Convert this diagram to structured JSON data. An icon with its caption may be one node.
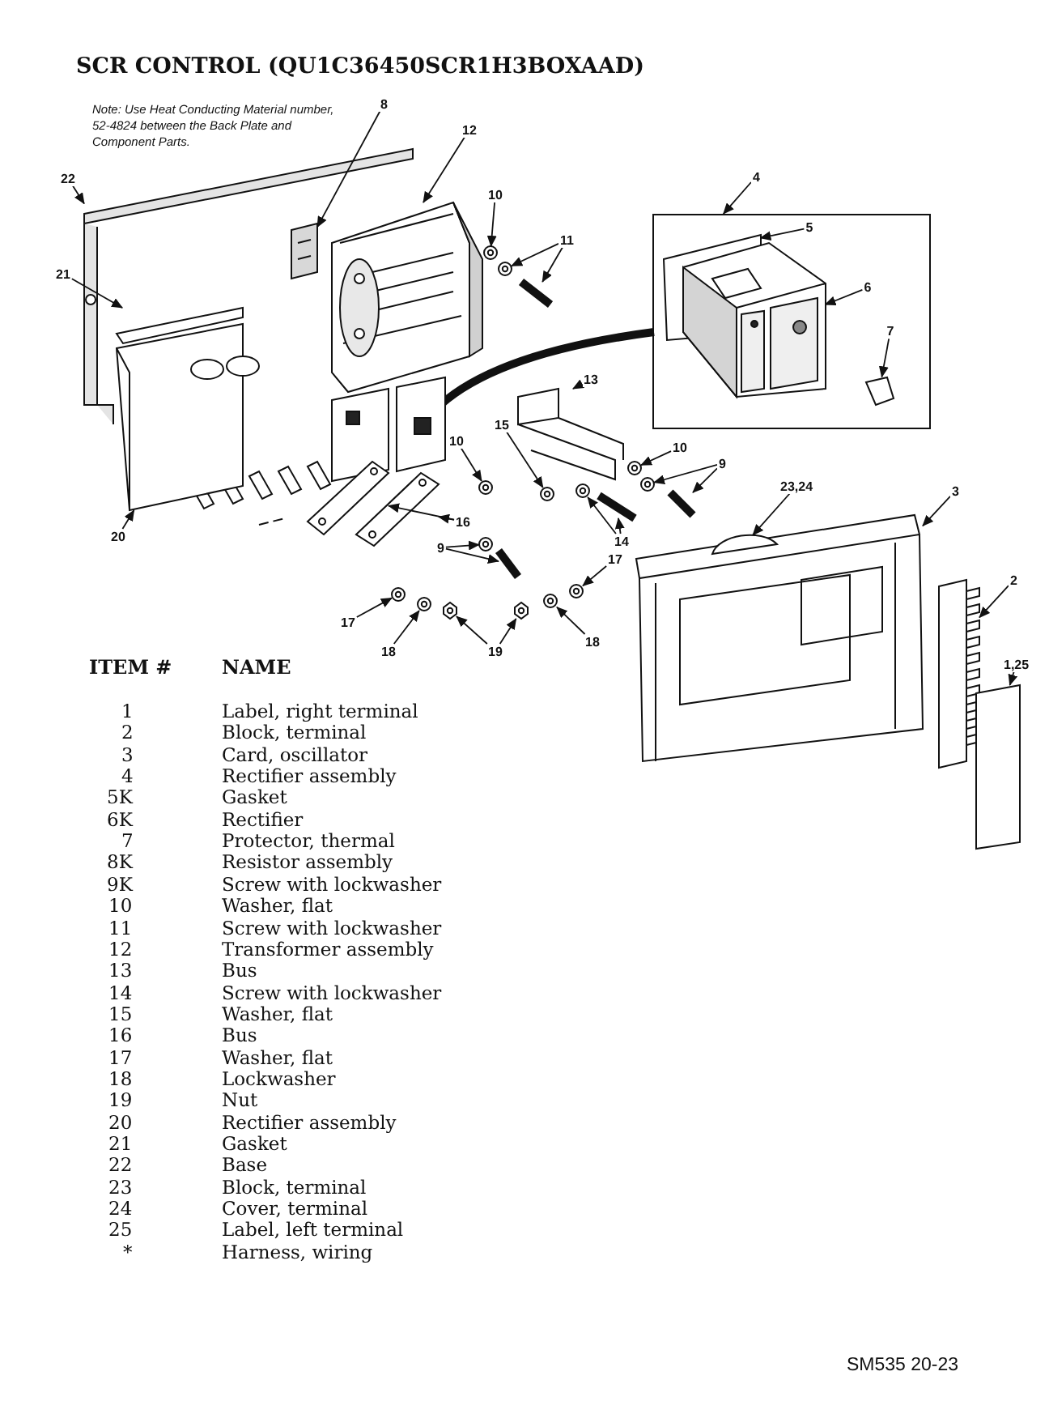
{
  "diagram": {
    "title": "SCR CONTROL (QU1C36450SCR1H3BOXAAD)",
    "nodes": [
      {
        "text": [
          "8"
        ]
      },
      {
        "text": [
          "12"
        ]
      },
      {
        "text": [
          "22"
        ]
      },
      {
        "text": [
          "10"
        ]
      },
      {
        "text": [
          "11"
        ]
      },
      {
        "text": [
          "4"
        ]
      },
      {
        "text": [],
        "shape": "box"
      },
      {
        "text": [
          "5"
        ],
        "in": 6
      },
      {
        "text": [
          "21"
        ]
      },
      {
        "text": [
          "6"
        ],
        "in": 6
      },
      {
        "text": [
          "7"
        ],
        "in": 6
      },
      {
        "text": [
          "13"
        ]
      },
      {
        "text": [
          "10"
        ]
      },
      {
        "text": [
          "9"
        ]
      },
      {
        "text": [
          "15"
        ]
      },
      {
        "text": [
          "23,24"
        ]
      },
      {
        "text": [
          "3"
        ]
      },
      {
        "text": [
          "10"
        ]
      },
      {
        "text": [
          "16"
        ]
      },
      {
        "text": [
          "14"
        ]
      },
      {
        "text": [
          "9"
        ]
      },
      {
        "text": [
          "17"
        ]
      },
      {
        "text": [
          "18"
        ]
      },
      {
        "text": [
          "20"
        ]
      },
      {
        "text": [
          "2"
        ]
      },
      {
        "text": [
          "19"
        ]
      },
      {
        "text": [
          "17"
        ]
      },
      {
        "text": [
          "18"
        ]
      },
      {
        "text": [
          "1,25"
        ]
      },
      {
        "text": [],
        "shape": "picture"
      },
      {
        "text": [],
        "shape": "picture",
        "in": 29
      },
      {
        "text": [],
        "shape": "picture"
      },
      {
        "text": [],
        "shape": "picture"
      },
      {
        "text": [],
        "shape": "picture"
      },
      {
        "text": [],
        "shape": "picture"
      },
      {
        "text": [],
        "shape": "box",
        "in": 6
      },
      {
        "text": [],
        "shape": "box",
        "in": 29
      },
      {
        "text": [],
        "shape": "picture",
        "in": 6
      },
      {
        "text": [],
        "shape": "picture",
        "in": 6
      },
      {
        "text": [],
        "shape": "picture"
      },
      {
        "text": [],
        "shape": "picture"
      },
      {
        "text": [],
        "shape": "picture"
      },
      {
        "text": [],
        "shape": "picture"
      },
      {
        "text": [],
        "shape": "picture"
      },
      {
        "text": [],
        "shape": "picture"
      },
      {
        "text": [],
        "shape": "picture",
        "in": 44
      },
      {
        "text": [],
        "shape": "picture"
      },
      {
        "text": [],
        "shape": "picture"
      },
      {
        "text": [],
        "shape": "picture"
      },
      {
        "text": [],
        "shape": "picture"
      },
      {
        "text": [],
        "shape": "picture"
      },
      {
        "text": [],
        "shape": "picture"
      },
      {
        "text": [],
        "shape": "picture"
      },
      {
        "text": [],
        "shape": "picture"
      },
      {
        "text": [],
        "shape": "picture"
      },
      {
        "text": [],
        "shape": "picture"
      },
      {
        "text": [],
        "shape": "picture"
      },
      {
        "text": [],
        "shape": "picture"
      },
      {
        "text": [],
        "shape": "picture"
      },
      {
        "text": [],
        "shape": "picture"
      },
      {
        "text": [],
        "shape": "picture"
      },
      {
        "text": [],
        "shape": "box"
      }
    ],
    "edges": [
      {
        "from": 0,
        "to": 30,
        "arrow": "to"
      },
      {
        "from": 1,
        "to": 31,
        "arrow": "to"
      },
      {
        "from": 2,
        "to": 29,
        "arrow": "to"
      },
      {
        "from": 3,
        "to": 32,
        "arrow": "to"
      },
      {
        "from": 4,
        "to": 33,
        "arrow": "to"
      },
      {
        "from": 4,
        "to": 34,
        "arrow": "to"
      },
      {
        "from": 5,
        "to": 6,
        "arrow": "to"
      },
      {
        "from": 7,
        "to": 35,
        "arrow": "to"
      },
      {
        "from": 8,
        "to": 36,
        "arrow": "to"
      },
      {
        "from": 9,
        "to": 37,
        "arrow": "to"
      },
      {
        "from": 10,
        "to": 38,
        "arrow": "to"
      },
      {
        "from": 11,
        "to": 39,
        "arrow": "to"
      },
      {
        "from": 12,
        "to": 40,
        "arrow": "to"
      },
      {
        "from": 13,
        "to": 41,
        "arrow": "to"
      },
      {
        "from": 13,
        "to": 42,
        "arrow": "to"
      },
      {
        "from": 14,
        "to": 43,
        "arrow": "to"
      },
      {
        "from": 15,
        "to": 45,
        "arrow": "to"
      },
      {
        "from": 16,
        "to": 44,
        "arrow": "to"
      },
      {
        "from": 17,
        "to": 46,
        "arrow": "to"
      },
      {
        "from": 18,
        "to": 47,
        "arrow": "to"
      },
      {
        "from": 18,
        "to": 48,
        "arrow": "to"
      },
      {
        "from": 19,
        "to": 49,
        "arrow": "to"
      },
      {
        "from": 19,
        "to": 50,
        "arrow": "to"
      },
      {
        "from": 20,
        "to": 51,
        "arrow": "to"
      },
      {
        "from": 20,
        "to": 52,
        "arrow": "to"
      },
      {
        "from": 21,
        "to": 53,
        "arrow": "to"
      },
      {
        "from": 22,
        "to": 54,
        "arrow": "to"
      },
      {
        "from": 23,
        "to": 55,
        "arrow": "to"
      },
      {
        "from": 24,
        "to": 56,
        "arrow": "to"
      },
      {
        "from": 25,
        "to": 57,
        "arrow": "to"
      },
      {
        "from": 25,
        "to": 58,
        "arrow": "to"
      },
      {
        "from": 26,
        "to": 59,
        "arrow": "to"
      },
      {
        "from": 27,
        "to": 60,
        "arrow": "to"
      },
      {
        "from": 28,
        "to": 61,
        "arrow": "to"
      }
    ],
    "labels": [
      "Note: Use Heat Conducting Material number, 52-4824 between the Back Plate and Component Parts.",
      "ITEM #",
      "NAME",
      "1",
      "Label, right terminal",
      "2",
      "Block, terminal",
      "3",
      "Card, oscillator",
      "4",
      "Rectifier assembly",
      "5K",
      "Gasket",
      "6K",
      "Rectifier",
      "7",
      "Protector, thermal",
      "8K",
      "Resistor assembly",
      "9K",
      "Screw with lockwasher",
      "10",
      "Washer, flat",
      "11",
      "Screw with lockwasher",
      "12",
      "Transformer assembly",
      "13",
      "Bus",
      "14",
      "Screw with lockwasher",
      "15",
      "Washer, flat",
      "16",
      "Bus",
      "17",
      "Washer, flat",
      "18",
      "Lockwasher",
      "19",
      "Nut",
      "20",
      "Rectifier assembly",
      "21",
      "Gasket",
      "22",
      "Base",
      "23",
      "Block, terminal",
      "24",
      "Cover, terminal",
      "25",
      "Label, left terminal",
      "*",
      "Harness, wiring",
      "SM535 20-23"
    ]
  }
}
